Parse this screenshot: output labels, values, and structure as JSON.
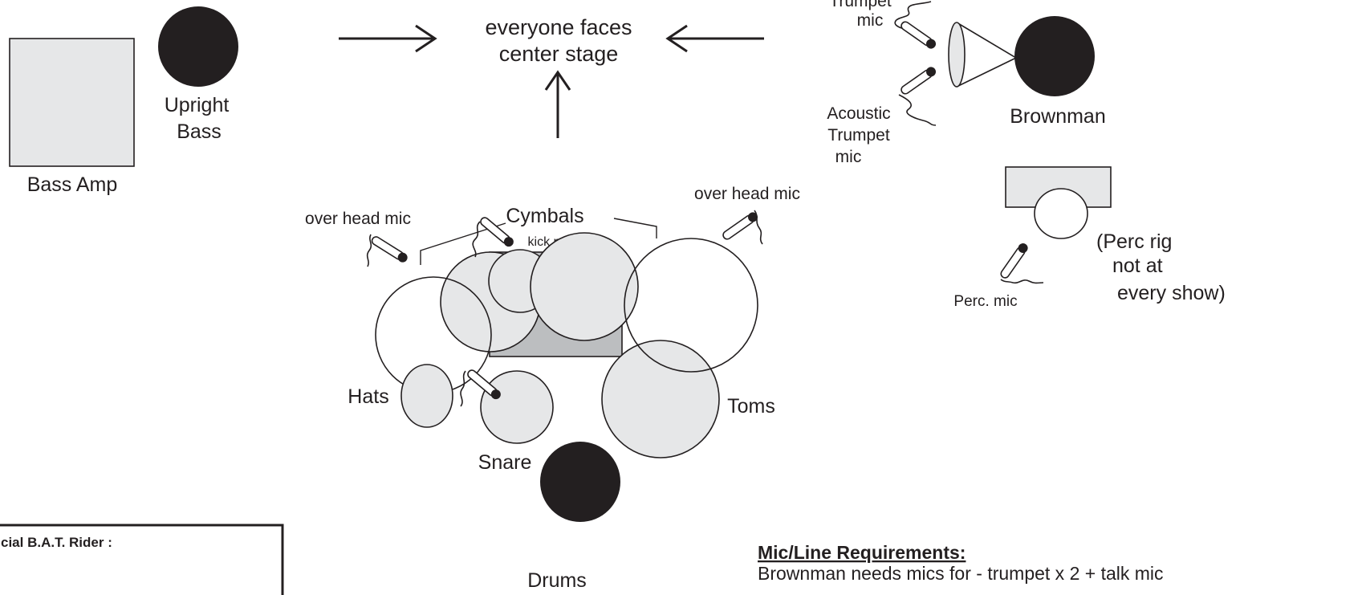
{
  "center": {
    "line1": "everyone faces",
    "line2": "center stage"
  },
  "bass": {
    "upright_line1": "Upright",
    "upright_line2": "Bass",
    "amp": "Bass Amp"
  },
  "brownman": {
    "name": "Brownman",
    "trumpet_mic_line1": "Trumpet",
    "trumpet_mic_line2": "mic",
    "acoustic_line1": "Acoustic",
    "acoustic_line2": "Trumpet",
    "acoustic_line3": "mic"
  },
  "percussion": {
    "mic": "Perc. mic",
    "note_line1": "(Perc rig",
    "note_line2": "not at",
    "note_line3": "every show)"
  },
  "drums": {
    "overhead_left": "over head mic",
    "overhead_right": "over head mic",
    "cymbals": "Cymbals",
    "kick_mic": "kick mic",
    "hats": "Hats",
    "snare": "Snare",
    "toms": "Toms",
    "drummer": "Drums"
  },
  "rider": {
    "title": "cial B.A.T. Rider :"
  },
  "requirements": {
    "heading": "Mic/Line Requirements:",
    "line1": "Brownman needs mics for - trumpet x 2 + talk mic"
  },
  "colors": {
    "ink": "#231f20",
    "light_fill": "#e6e7e8",
    "kick_fill": "#bcbec0"
  },
  "icons": [
    "arrow-right-icon",
    "arrow-left-icon",
    "arrow-up-icon",
    "microphone-icon"
  ]
}
